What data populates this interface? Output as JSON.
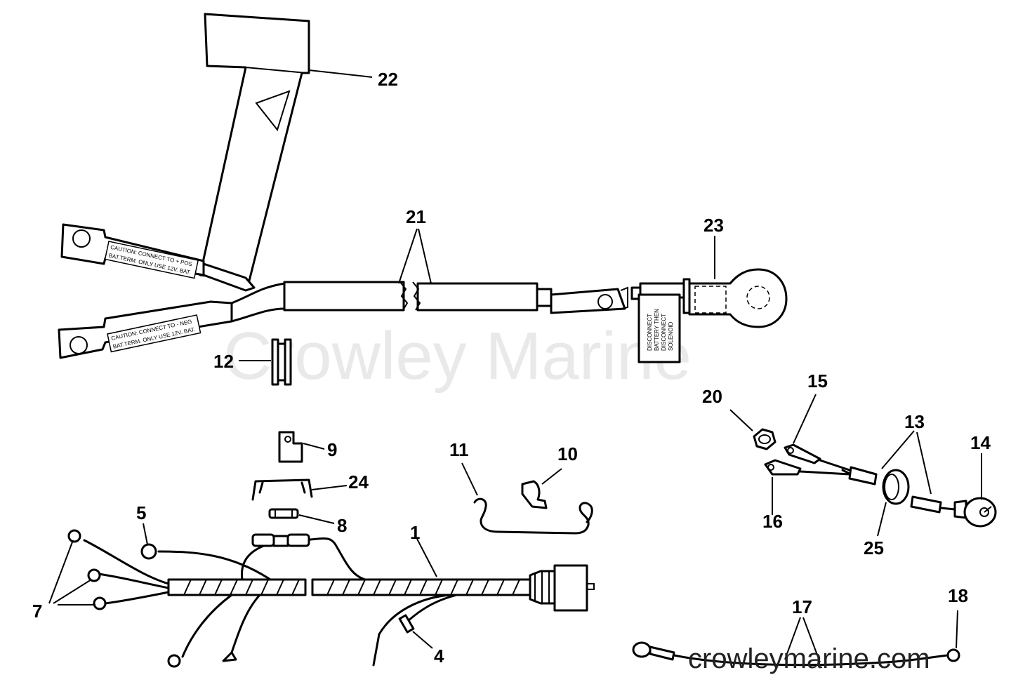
{
  "watermark": "Crowley Marine",
  "footer_url": "crowleymarine.com",
  "labels": {
    "pos_terminal_l1": "CAUTION: CONNECT TO + POS",
    "pos_terminal_l2": "BAT.TERM. ONLY USE 12V. BAT.",
    "neg_terminal_l1": "CAUTION: CONNECT TO - NEG",
    "neg_terminal_l2": "BAT.TERM. ONLY USE 12V. BAT.",
    "solenoid_tag_l1": "DISCONNECT",
    "solenoid_tag_l2": "BATTERY THEN",
    "solenoid_tag_l3": "DISCONNECT",
    "solenoid_tag_l4": "SOLENOID"
  },
  "callouts": {
    "c1": "1",
    "c4": "4",
    "c5": "5",
    "c7": "7",
    "c8": "8",
    "c9": "9",
    "c10": "10",
    "c11": "11",
    "c12": "12",
    "c13": "13",
    "c14": "14",
    "c15": "15",
    "c16": "16",
    "c17": "17",
    "c18": "18",
    "c20": "20",
    "c21": "21",
    "c22": "22",
    "c23": "23",
    "c24": "24",
    "c25": "25"
  }
}
